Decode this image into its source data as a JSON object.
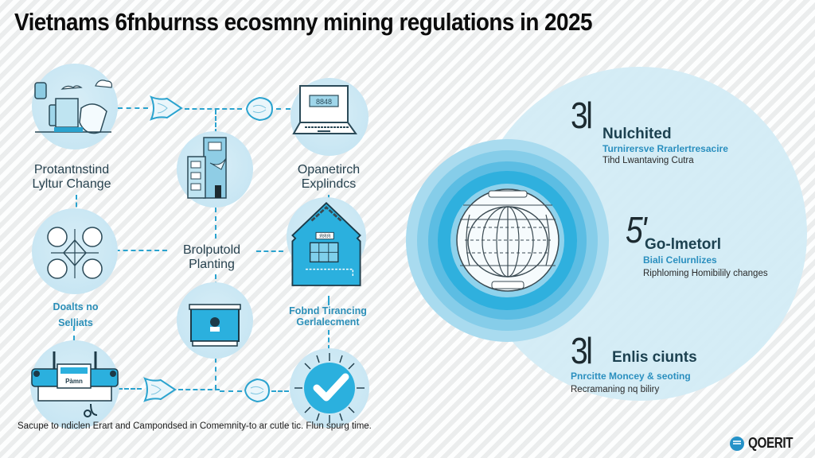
{
  "title": "Vietnams 6fnburnss ecosmny mining regulations in 2025",
  "flow": {
    "labels": {
      "left_top": [
        "Protantnstind",
        "Lyltur Change"
      ],
      "center_top": [
        "Opanetirch",
        "Explindcs"
      ],
      "center_mid": [
        "Brolputold",
        "Planting"
      ],
      "left_mid": [
        "Doalts no",
        "Selliats"
      ],
      "center_bottom": [
        "Fobnd Tirancing",
        "Gerlalecment"
      ]
    },
    "nodes": [
      {
        "id": "recycling-tools",
        "icon": "tools-bin-icon"
      },
      {
        "id": "laptop",
        "icon": "laptop-icon"
      },
      {
        "id": "building",
        "icon": "building-icon"
      },
      {
        "id": "drone",
        "icon": "drone-icon"
      },
      {
        "id": "house",
        "icon": "house-solar-icon"
      },
      {
        "id": "device",
        "icon": "device-icon"
      },
      {
        "id": "machine",
        "icon": "mining-machine-icon"
      },
      {
        "id": "checkmark",
        "icon": "check-badge-icon"
      }
    ],
    "laptop_screen_text": "8848",
    "house_sign_text": "ЯЯЯ",
    "machine_screen_text": "Pàmn"
  },
  "stats": [
    {
      "number": "3l",
      "heading": "Nulchited",
      "line1": "Turnirersve Rrarlertresacire",
      "line2": "Tihd Lwantaving Cutra"
    },
    {
      "number": "5'",
      "heading": "Go-lmetorl",
      "line1": "Biali Celurnlizes",
      "line2": "Riphloming Homibilily changes"
    },
    {
      "number": "3l",
      "heading": "Enlis ciunts",
      "line1": "Pnrcitte Moncey & seoting",
      "line2": "Recramaning nq biliry"
    }
  ],
  "footer": "Sacupe to ndiclen Erart and Campondsed in Comemnity-to ar cutle tic. Flun spurg time.",
  "brand": {
    "name": "QOERIT",
    "icon": "brand-logo-icon"
  },
  "colors": {
    "accent": "#2aa3cf",
    "node_fill": "#c8e6f3",
    "bright_blue": "#2bb0de",
    "dark_text": "#1c2a30",
    "blue_text": "#2a8fbf"
  }
}
